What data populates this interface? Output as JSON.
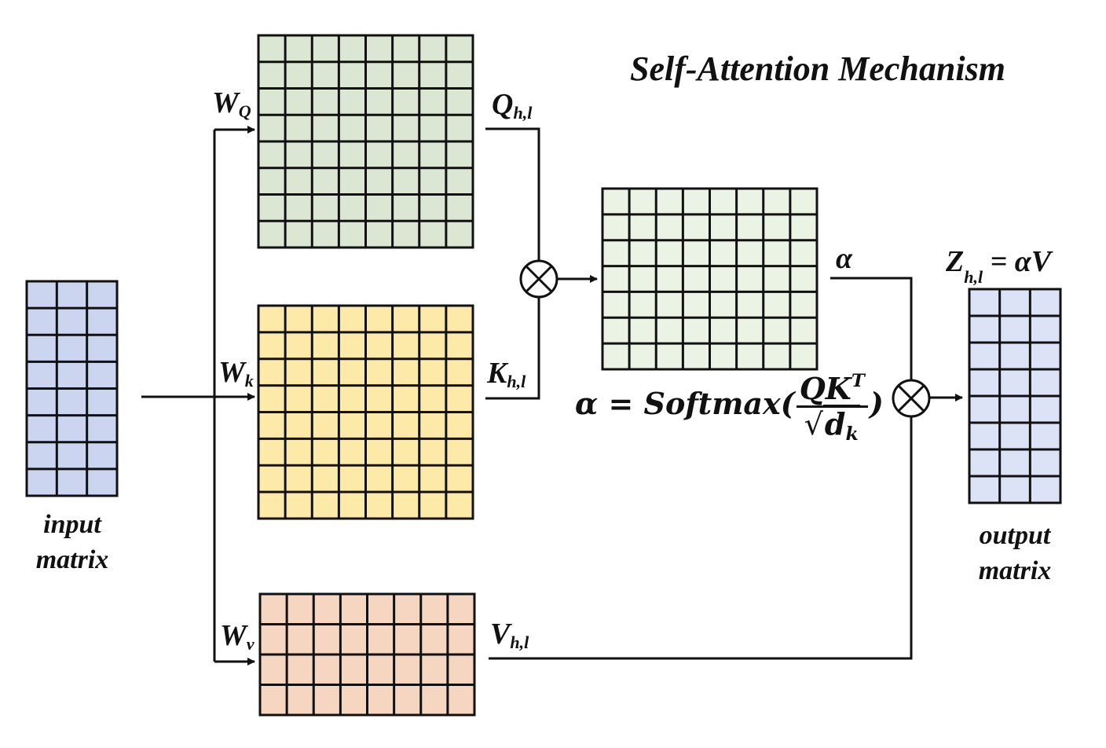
{
  "title": "Self-Attention Mechanism",
  "input": {
    "line1": "input",
    "line2": "matrix",
    "rows": 8,
    "cols": 3,
    "fill": "#ccd5f0"
  },
  "wq": {
    "base": "W",
    "sub": "Q"
  },
  "wk": {
    "base": "W",
    "sub": "k"
  },
  "wv": {
    "base": "W",
    "sub": "v"
  },
  "q_matrix": {
    "rows": 8,
    "cols": 8,
    "fill": "#dbe7d2",
    "base": "Q",
    "sub": "h,l"
  },
  "k_matrix": {
    "rows": 8,
    "cols": 8,
    "fill": "#fde9a8",
    "base": "K",
    "sub": "h,l"
  },
  "v_matrix": {
    "rows": 4,
    "cols": 8,
    "fill": "#f6d5c1",
    "base": "V",
    "sub": "h,l"
  },
  "alpha_matrix": {
    "rows": 7,
    "cols": 8,
    "fill": "#eaf3e4",
    "label": "α"
  },
  "formula": {
    "lhs": "α = Softmax(",
    "num": "QK",
    "num_sup": "T",
    "den": "d",
    "den_sub": "k",
    "close": ")"
  },
  "output": {
    "line1": "output",
    "line2": "matrix",
    "rows": 8,
    "cols": 3,
    "fill": "#dde3f6",
    "eq_base": "Z",
    "eq_sub": "h,l",
    "eq_rhs": " = αV"
  },
  "colors": {
    "stroke": "#111111",
    "text": "#111111"
  }
}
